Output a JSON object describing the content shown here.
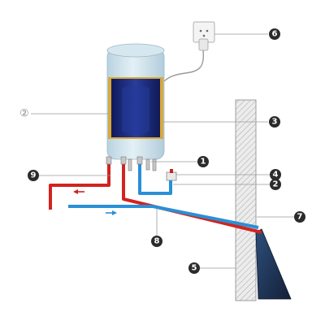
{
  "labels": {
    "n1": "1",
    "n2": "2",
    "n2_hollow": "②",
    "n3": "3",
    "n4": "4",
    "n5": "5",
    "n6": "6",
    "n7": "7",
    "n8": "8",
    "n9": "9"
  },
  "colors": {
    "hot_pipe": "#d2231f",
    "cold_pipe": "#2a8fd6",
    "tank_body": "#cfe3ec",
    "tank_window": "#1a2a78",
    "tank_rim": "#d9a93a",
    "wall": "#e6e6e6",
    "wall_hatch": "#9a9a9a",
    "panel": "#1f2f4f",
    "marker": "#2b2b2b"
  }
}
